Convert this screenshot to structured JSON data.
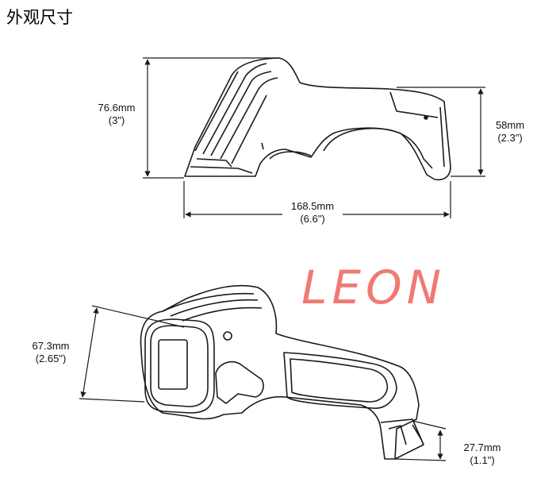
{
  "title": "外观尺寸",
  "watermark": "LEON",
  "side_view": {
    "height": {
      "mm": "76.6mm",
      "in": "(3\")"
    },
    "grip_height": {
      "mm": "58mm",
      "in": "(2.3\")"
    },
    "length": {
      "mm": "168.5mm",
      "in": "(6.6\")"
    }
  },
  "perspective_view": {
    "height": {
      "mm": "67.3mm",
      "in": "(2.65\")"
    },
    "base_width": {
      "mm": "27.7mm",
      "in": "(1.1\")"
    }
  },
  "colors": {
    "line": "#1a1a1a",
    "watermark": "#f07a73"
  }
}
